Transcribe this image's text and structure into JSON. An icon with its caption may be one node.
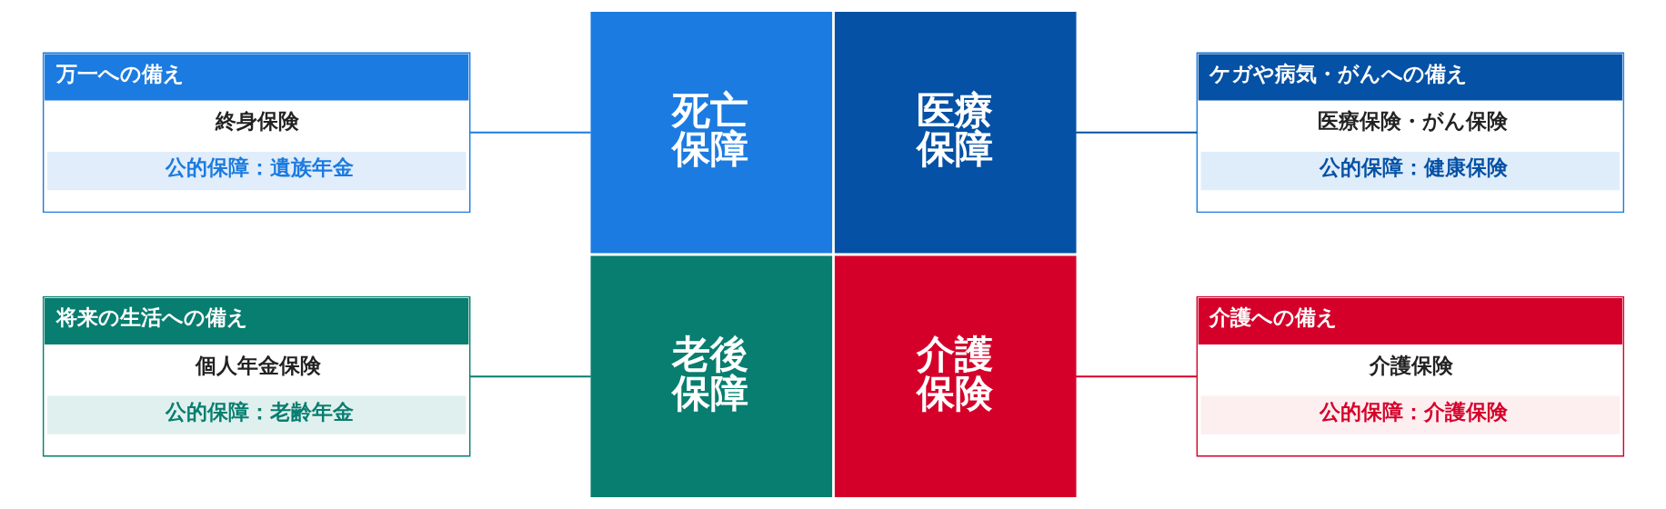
{
  "diagram": {
    "nodes": [
      {
        "text": [
          "万一への備え",
          "終身保険",
          "公的保障：遺族年金"
        ]
      },
      {
        "text": [
          "死亡保障"
        ]
      },
      {
        "text": [
          "医療保障"
        ]
      },
      {
        "text": [
          "ケガや病気・がんへの備え",
          "医療保険・がん保険",
          "公的保障：健康保険"
        ]
      },
      {
        "text": [
          "将来の生活への備え",
          "個人年金保険",
          "公的保障：老齢年金"
        ]
      },
      {
        "text": [
          "老後保障"
        ]
      },
      {
        "text": [
          "介護保険"
        ]
      },
      {
        "text": [
          "介護への備え",
          "介護保険",
          "公的保障：介護保険"
        ]
      }
    ],
    "edges": [
      {
        "from": 0,
        "to": 1,
        "arrow": "none",
        "color": "#1b7be0"
      },
      {
        "from": 2,
        "to": 3,
        "arrow": "none",
        "color": "#0451a5"
      },
      {
        "from": 4,
        "to": 5,
        "arrow": "none",
        "color": "#077e6f"
      },
      {
        "from": 6,
        "to": 7,
        "arrow": "none",
        "color": "#d5002a"
      }
    ]
  }
}
